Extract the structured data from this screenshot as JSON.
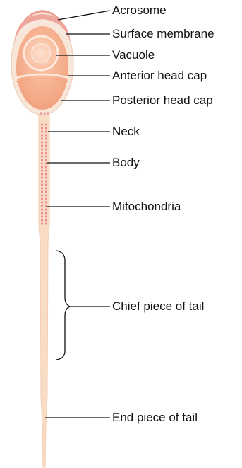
{
  "labels": {
    "acrosome": "Acrosome",
    "surface_membrane": "Surface membrane",
    "vacuole": "Vacuole",
    "anterior_head_cap": "Anterior head cap",
    "posterior_head_cap": "Posterior head cap",
    "neck": "Neck",
    "body": "Body",
    "mitochondria": "Mitochondria",
    "chief_piece": "Chief piece of tail",
    "end_piece": "End piece of tail"
  },
  "colors": {
    "acrosome": "#ee9a90",
    "head": "#f7b795",
    "head_outline": "#f3e1d4",
    "vacuole_fill": "#fbd2bd",
    "tail": "#f9dcc4",
    "mitochondria_dots": "#ec8e96",
    "leader_line": "#111111"
  }
}
